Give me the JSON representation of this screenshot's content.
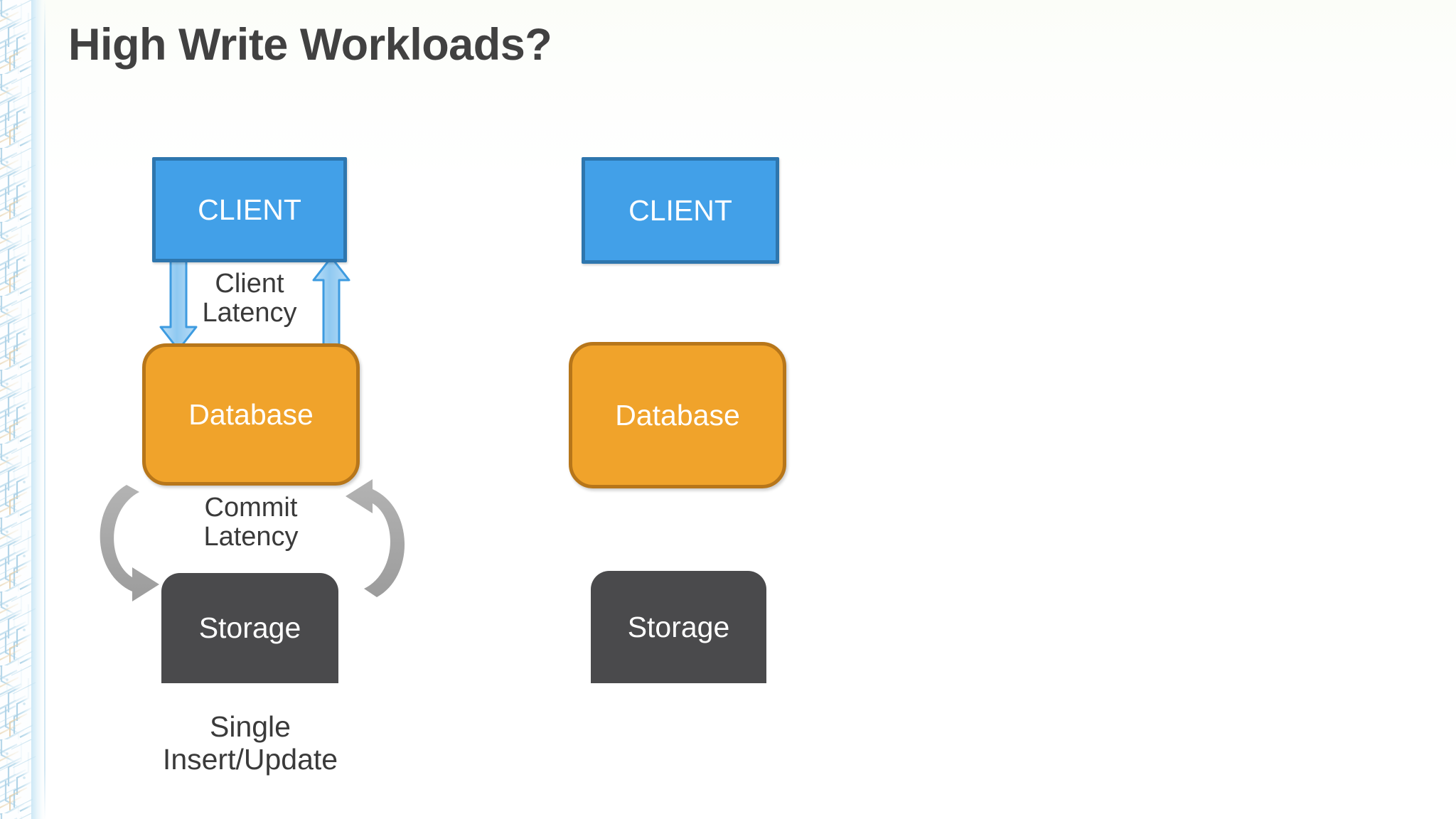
{
  "slide": {
    "title": "High Write Workloads?",
    "background_color": "#ffffff",
    "title_color": "#414141"
  },
  "palette": {
    "client_fill": "#42A0E8",
    "client_border": "#2E76AE",
    "database_fill": "#F0A32B",
    "database_border": "#B7761A",
    "storage_fill": "#4A4A4C",
    "arrow_blue_fill": "#9ACEF2",
    "arrow_blue_border": "#3D9BE0",
    "arrow_gray": "#A6A6A6",
    "text_dark": "#3A3A3A",
    "edge_accent": "#C4E4F4"
  },
  "diagram": {
    "columns": [
      {
        "id": "left",
        "nodes": [
          {
            "id": "client-left",
            "label": "CLIENT",
            "type": "client"
          },
          {
            "id": "db-left",
            "label": "Database",
            "type": "database"
          },
          {
            "id": "storage-left",
            "label": "Storage",
            "type": "storage"
          }
        ],
        "connectors": [
          {
            "id": "client-latency",
            "label": "Client\nLatency",
            "style": "block-arrow-pair",
            "color": "#9ACEF2",
            "from": "client-left",
            "to": "db-left",
            "directions": [
              "down",
              "up"
            ]
          },
          {
            "id": "commit-latency",
            "label": "Commit\nLatency",
            "style": "curved-arrow-pair",
            "color": "#A6A6A6",
            "from": "db-left",
            "to": "storage-left",
            "directions": [
              "down",
              "up"
            ]
          }
        ],
        "caption": "Single\nInsert/Update"
      },
      {
        "id": "right",
        "nodes": [
          {
            "id": "client-right",
            "label": "CLIENT",
            "type": "client"
          },
          {
            "id": "db-right",
            "label": "Database",
            "type": "database"
          },
          {
            "id": "storage-right",
            "label": "Storage",
            "type": "storage"
          }
        ],
        "connectors": [],
        "caption": ""
      }
    ]
  },
  "decoration": {
    "left_edge": "circuit-board-isometric-pattern"
  }
}
